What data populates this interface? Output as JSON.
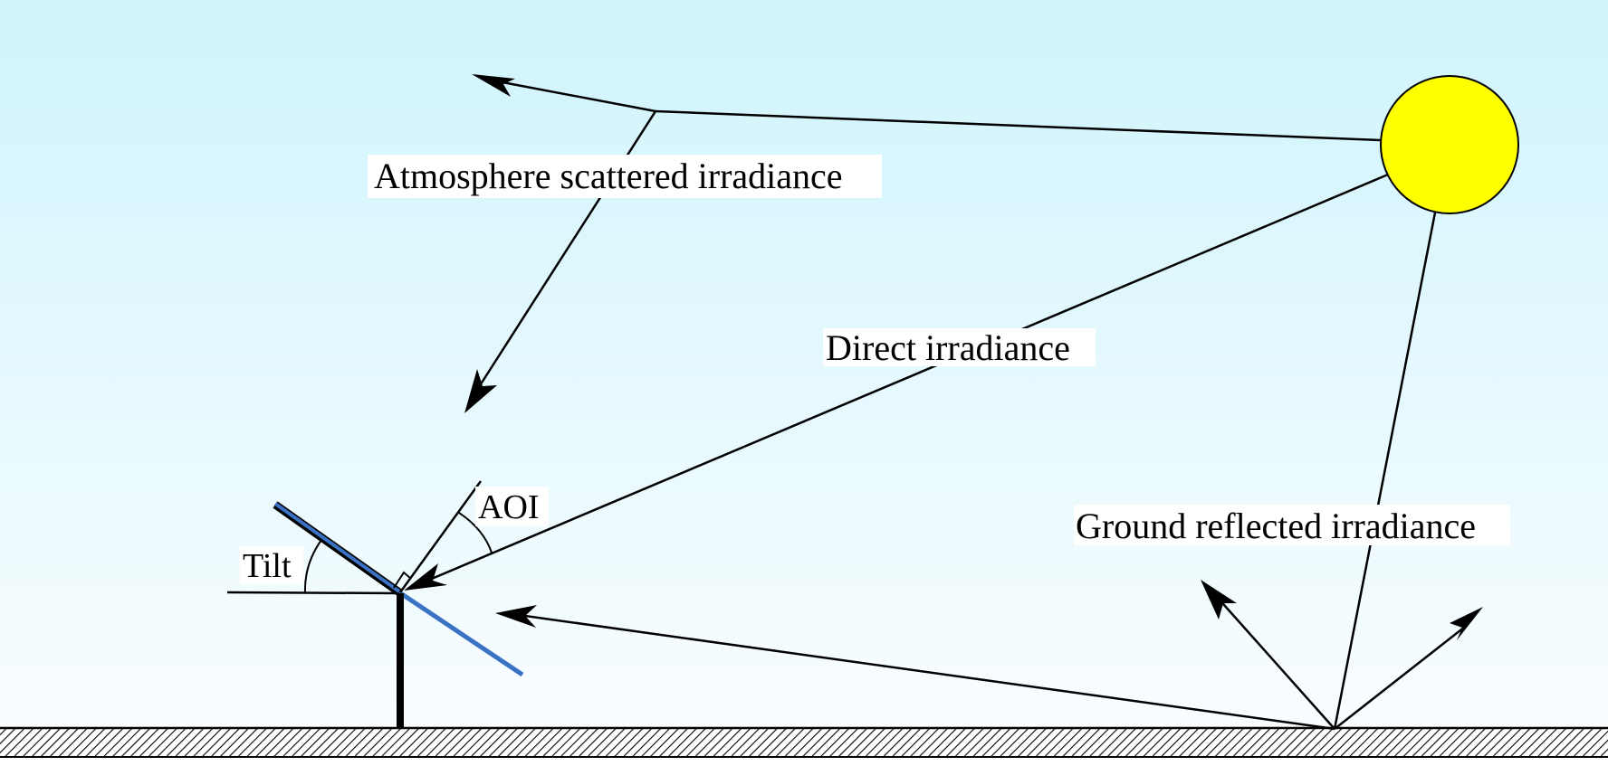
{
  "labels": {
    "atmosphere": "Atmosphere scattered irradiance",
    "direct": "Direct irradiance",
    "ground": "Ground reflected irradiance",
    "aoi": "AOI",
    "tilt": "Tilt"
  },
  "colors": {
    "sky_top": "#cff4fc",
    "sky_bottom": "#f9fdff",
    "sun_fill": "#ffff00",
    "panel_blue": "#3a72c4",
    "line": "#000000",
    "label_bg": "#ffffff"
  },
  "icons": {
    "sun": "sun-circle",
    "ground": "hatched-ground"
  }
}
